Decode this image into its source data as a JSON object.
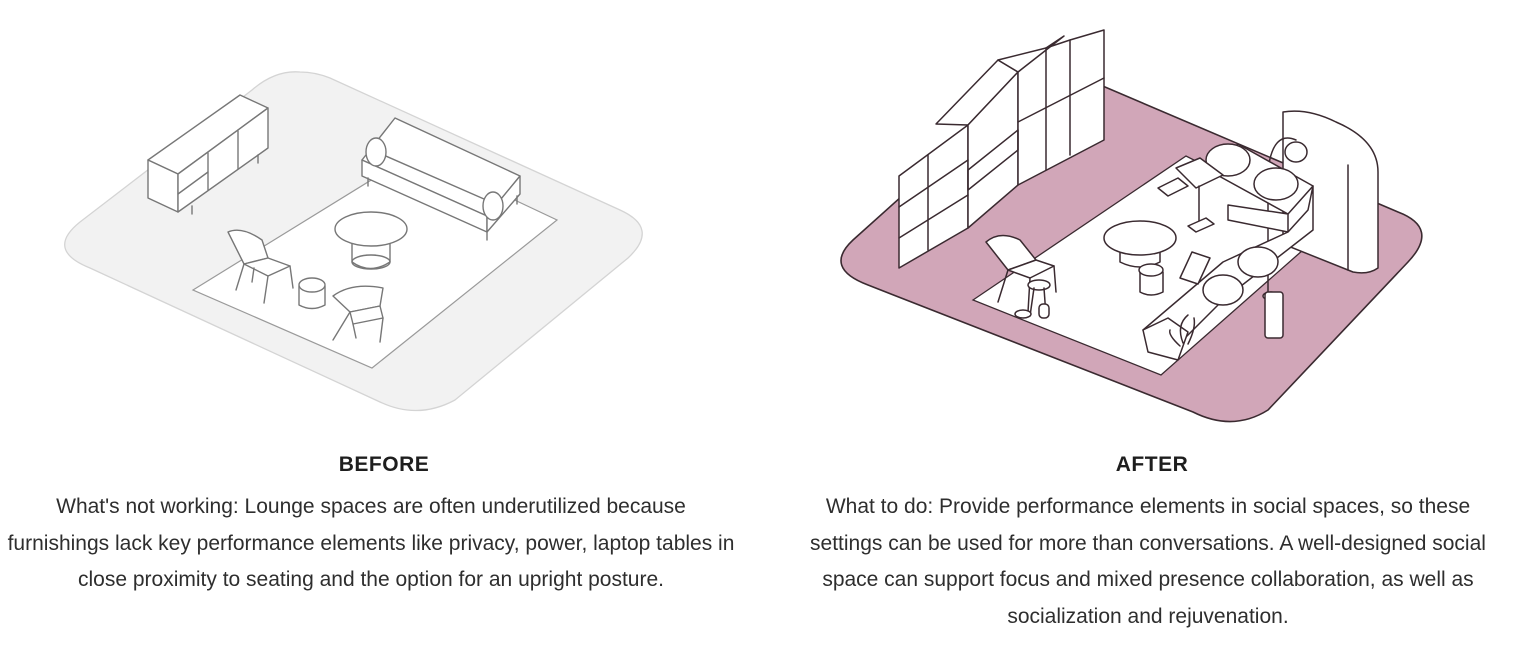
{
  "before": {
    "heading": "BEFORE",
    "text": "What's not working: Lounge spaces are often underutilized because furnishings lack key performance elements like privacy, power, laptop tables in close proximity to seating and the option for an upright posture."
  },
  "after": {
    "heading": "AFTER",
    "text": "What to do: Provide performance elements in social spaces, so these settings can be used for more than conversations. A well-designed social space can support focus and mixed presence collaboration, as well as socialization and rejuvenation."
  },
  "colors": {
    "before_floor": "#f2f2f2",
    "after_floor": "#d1a6b8",
    "rug": "#ffffff"
  }
}
